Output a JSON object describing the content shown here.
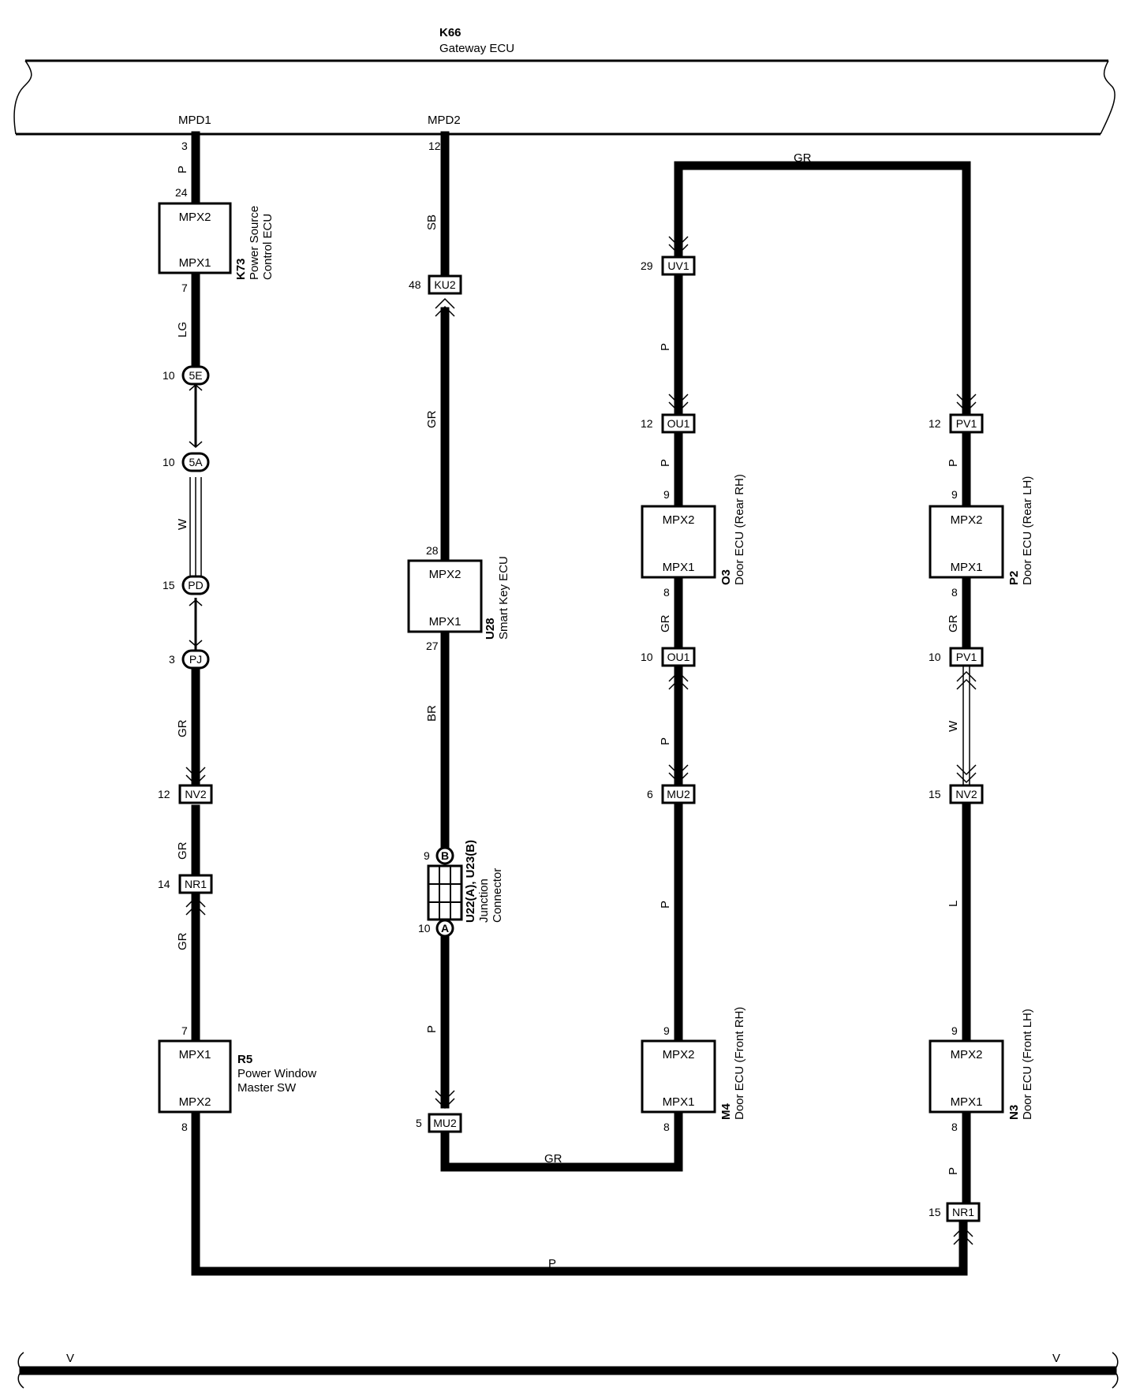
{
  "gateway": {
    "code": "K66",
    "name": "Gateway ECU",
    "port1": "MPD1",
    "port2": "MPD2"
  },
  "ecus": {
    "k73": {
      "code": "K73",
      "name1": "Power Source",
      "name2": "Control ECU",
      "top": "MPX2",
      "bottom": "MPX1"
    },
    "r5": {
      "code": "R5",
      "name1": "Power Window",
      "name2": "Master SW",
      "top": "MPX1",
      "bottom": "MPX2"
    },
    "u28": {
      "code": "U28",
      "name1": "Smart Key ECU",
      "top": "MPX2",
      "bottom": "MPX1"
    },
    "o3": {
      "code": "O3",
      "name1": "Door ECU (Rear RH)",
      "top": "MPX2",
      "bottom": "MPX1"
    },
    "m4": {
      "code": "M4",
      "name1": "Door ECU (Front RH)",
      "top": "MPX2",
      "bottom": "MPX1"
    },
    "p2": {
      "code": "P2",
      "name1": "Door ECU (Rear LH)",
      "top": "MPX2",
      "bottom": "MPX1"
    },
    "n3": {
      "code": "N3",
      "name1": "Door ECU (Front LH)",
      "top": "MPX2",
      "bottom": "MPX1"
    }
  },
  "junction": {
    "code": "U22(A), U23(B)",
    "name1": "Junction",
    "name2": "Connector",
    "pin_b": "B",
    "pin_a": "A",
    "pin_b_num": "9",
    "pin_a_num": "10"
  },
  "connectors": {
    "k73_5e": "5E",
    "k73_5a": "5A",
    "k73_pd": "PD",
    "k73_pj": "PJ",
    "nv2a": "NV2",
    "nr1a": "NR1",
    "ku2": "KU2",
    "mu2a": "MU2",
    "uv1": "UV1",
    "ou1a": "OU1",
    "ou1b": "OU1",
    "mu2b": "MU2",
    "pv1a": "PV1",
    "pv1b": "PV1",
    "nv2b": "NV2",
    "nr1b": "NR1"
  },
  "pins": {
    "p3": "3",
    "p24": "24",
    "p7a": "7",
    "p10a": "10",
    "p10b": "10",
    "p15a": "15",
    "p3b": "3",
    "p12a": "12",
    "p14": "14",
    "p7b": "7",
    "p8a": "8",
    "p12b": "12",
    "p48": "48",
    "p28": "28",
    "p27": "27",
    "p5": "5",
    "p29": "29",
    "p12c": "12",
    "p9a": "9",
    "p8b": "8",
    "p10c": "10",
    "p6": "6",
    "p9b": "9",
    "p8c": "8",
    "p12d": "12",
    "p9c": "9",
    "p8d": "8",
    "p10d": "10",
    "p15b": "15",
    "p9d": "9",
    "p8e": "8",
    "p15c": "15"
  },
  "wire_colors": {
    "w_p1": "P",
    "w_lg": "LG",
    "w_w1": "W",
    "w_gr1": "GR",
    "w_gr2": "GR",
    "w_gr3": "GR",
    "w_sb": "SB",
    "w_gr4": "GR",
    "w_br": "BR",
    "w_p2": "P",
    "w_gr5": "GR",
    "w_gr6": "GR",
    "w_p3": "P",
    "w_p4": "P",
    "w_gr7": "GR",
    "w_p5": "P",
    "w_p6": "P",
    "w_p7": "P",
    "w_gr8": "GR",
    "w_w2": "W",
    "w_l": "L",
    "w_p8": "P",
    "w_p9": "P"
  },
  "ground": {
    "left": "V",
    "right": "V"
  }
}
